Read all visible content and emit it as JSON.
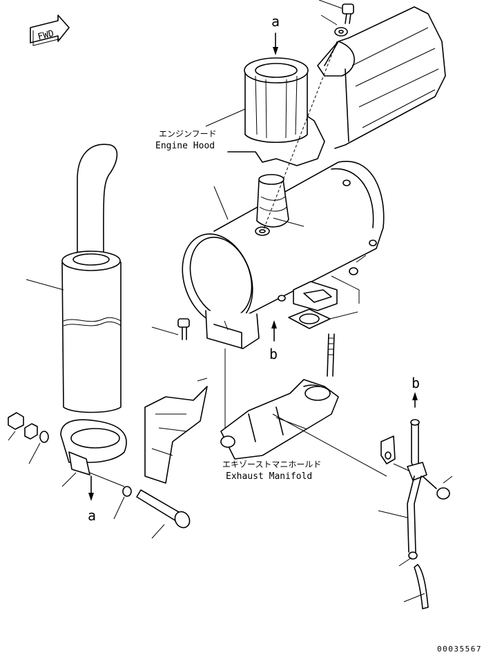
{
  "fwd_label": "FWD",
  "callouts": {
    "a_top": "a",
    "a_bottom": "a",
    "b_mid": "b",
    "b_right": "b"
  },
  "labels": {
    "engine_hood_jp": "エンジンフード",
    "engine_hood_en": "Engine Hood",
    "exhaust_manifold_jp": "エキゾーストマニホールド",
    "exhaust_manifold_en": "Exhaust Manifold"
  },
  "drawing_number": "00035567"
}
